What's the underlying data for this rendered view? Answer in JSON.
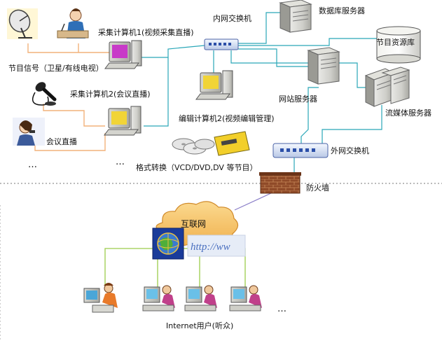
{
  "labels": {
    "program_signal": "节目信号（卫星/有线电视）",
    "capture_pc1": "采集计算机1(视频采集直播)",
    "capture_pc2": "采集计算机2(会议直播)",
    "conference_live": "会议直播",
    "edit_pc2": "编辑计算机2(视频编辑管理)",
    "format_convert": "格式转换（VCD/DVD,DV 等节目）",
    "intranet_switch": "内网交换机",
    "db_server": "数据库服务器",
    "program_library": "节目资源库",
    "web_server": "网站服务器",
    "streaming_server": "流媒体服务器",
    "extranet_switch": "外网交换机",
    "firewall": "防火墙",
    "internet": "互联网",
    "http_text": "http://ww",
    "internet_users": "Internet用户(听众)",
    "ellipsis_left": "…",
    "ellipsis_mid": "…",
    "ellipsis_users": "…"
  },
  "colors": {
    "link_cyan": "#2aa7b8",
    "link_orange": "#f2b27a",
    "link_green": "#9ccc4a",
    "link_purple": "#8a7ec8",
    "cloud": "#f7c879",
    "firewall_brick": "#8b4a2a"
  }
}
